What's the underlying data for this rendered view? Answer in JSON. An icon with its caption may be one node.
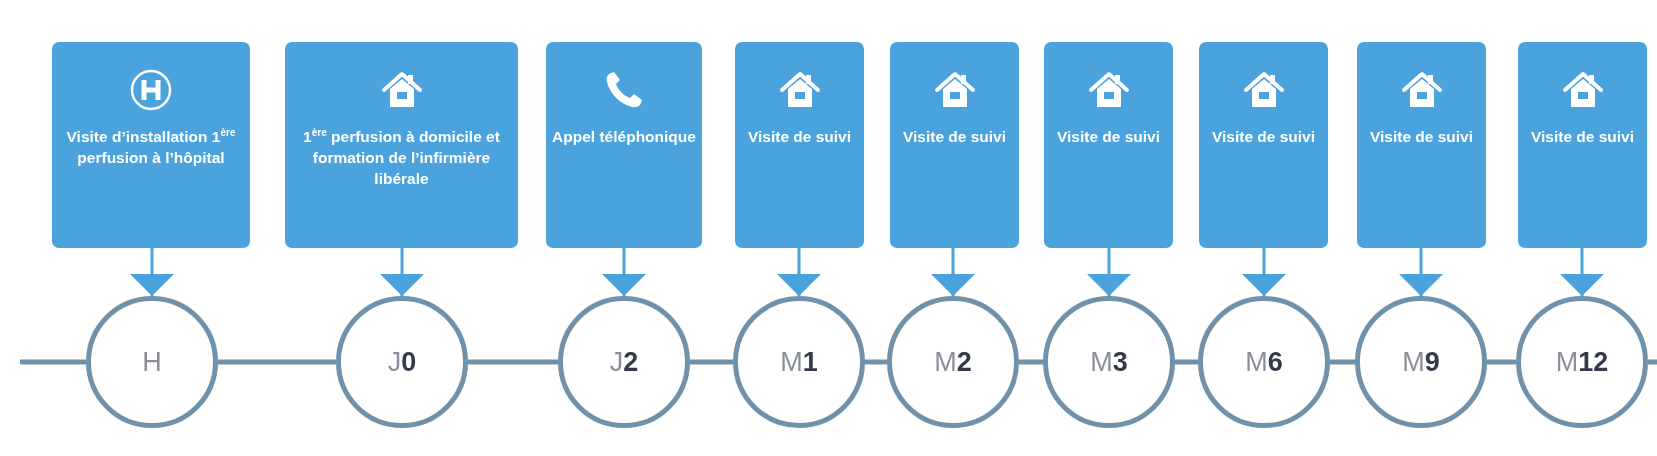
{
  "diagram": {
    "nodes": [
      {
        "text": [
          "Visite d’installation 1$^{ère}$ perfusion à l’hôpital"
        ]
      },
      {
        "text": [
          "1$^{ère}$ perfusion à domicile et formation de l’infirmière libérale"
        ]
      },
      {
        "text": [
          "Appel téléphonique"
        ]
      },
      {
        "text": [
          "Visite de suivi"
        ]
      },
      {
        "text": [
          "Visite de suivi"
        ]
      },
      {
        "text": [
          "Visite de suivi"
        ]
      },
      {
        "text": [
          "Visite de suivi"
        ]
      },
      {
        "text": [
          "Visite de suivi"
        ]
      },
      {
        "text": [
          "Visite de suivi"
        ]
      },
      {
        "text": [
          "H"
        ]
      },
      {
        "text": [
          "J**0**"
        ]
      },
      {
        "text": [
          "J**2**"
        ]
      },
      {
        "text": [
          "M**1**"
        ]
      },
      {
        "text": [
          "M**2**"
        ]
      },
      {
        "text": [
          "M**3**"
        ]
      },
      {
        "text": [
          "M**6**"
        ]
      },
      {
        "text": [
          "M**9**"
        ]
      },
      {
        "text": [
          "M**12**"
        ]
      }
    ],
    "edges": [
      {
        "from": 0,
        "to": 9,
        "arrow": "to"
      },
      {
        "from": 1,
        "to": 10,
        "arrow": "to"
      },
      {
        "from": 2,
        "to": 11,
        "arrow": "to"
      },
      {
        "from": 3,
        "to": 12,
        "arrow": "to"
      },
      {
        "from": 4,
        "to": 13,
        "arrow": "to"
      },
      {
        "from": 5,
        "to": 14,
        "arrow": "to"
      },
      {
        "from": 6,
        "to": 15,
        "arrow": "to"
      },
      {
        "from": 7,
        "to": 16,
        "arrow": "to"
      },
      {
        "from": 8,
        "to": 17,
        "arrow": "to"
      },
      {
        "from": null,
        "to": 9,
        "arrow": "none"
      },
      {
        "from": 9,
        "to": 10,
        "arrow": "none"
      },
      {
        "from": 10,
        "to": 11,
        "arrow": "none"
      },
      {
        "from": 11,
        "to": 12,
        "arrow": "none"
      },
      {
        "from": 12,
        "to": 13,
        "arrow": "none"
      },
      {
        "from": 13,
        "to": 14,
        "arrow": "none"
      },
      {
        "from": 14,
        "to": 15,
        "arrow": "none"
      },
      {
        "from": 15,
        "to": 16,
        "arrow": "none"
      },
      {
        "from": 16,
        "to": 17,
        "arrow": "none"
      },
      {
        "from": 17,
        "to": null,
        "arrow": "none"
      }
    ]
  }
}
